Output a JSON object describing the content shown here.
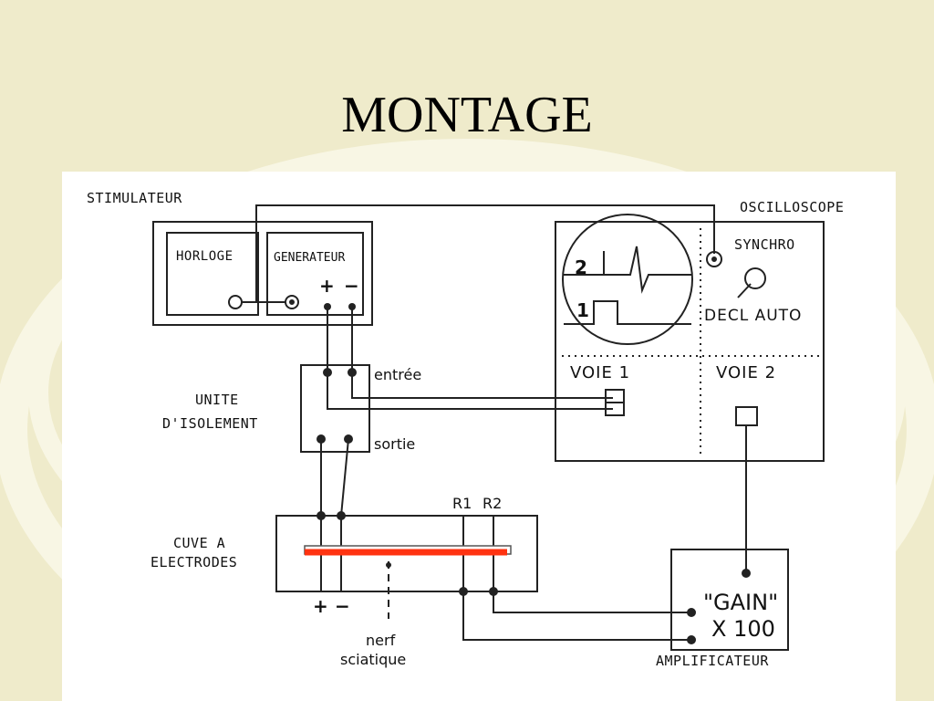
{
  "slide": {
    "title": "MONTAGE"
  },
  "colors": {
    "background": "#efebcb",
    "decor": "#f8f6e4",
    "panel": "#ffffff",
    "nerve": "#ff3311",
    "ink": "#111111"
  },
  "diagram": {
    "stimulateur": {
      "title": "STIMULATEUR",
      "horloge": "HORLOGE",
      "generateur": "GENERATEUR",
      "plus": "+",
      "minus": "−"
    },
    "oscilloscope": {
      "title": "OSCILLOSCOPE",
      "synchro": "SYNCHRO",
      "decl_auto": "DECL AUTO",
      "voie1": "VOIE 1",
      "voie2": "VOIE 2",
      "trace1": "1",
      "trace2": "2"
    },
    "isolation": {
      "title_line1": "UNITE",
      "title_line2": "D'ISOLEMENT",
      "input": "entrée",
      "output": "sortie"
    },
    "tank": {
      "title_line1": "CUVE A",
      "title_line2": "ELECTRODES",
      "r1": "R1",
      "r2": "R2",
      "plus": "+",
      "minus": "−"
    },
    "nerve": {
      "line1": "nerf",
      "line2": "sciatique"
    },
    "amplifier": {
      "gain_line1": "\"GAIN\"",
      "gain_line2": "X 100",
      "title": "AMPLIFICATEUR"
    }
  }
}
